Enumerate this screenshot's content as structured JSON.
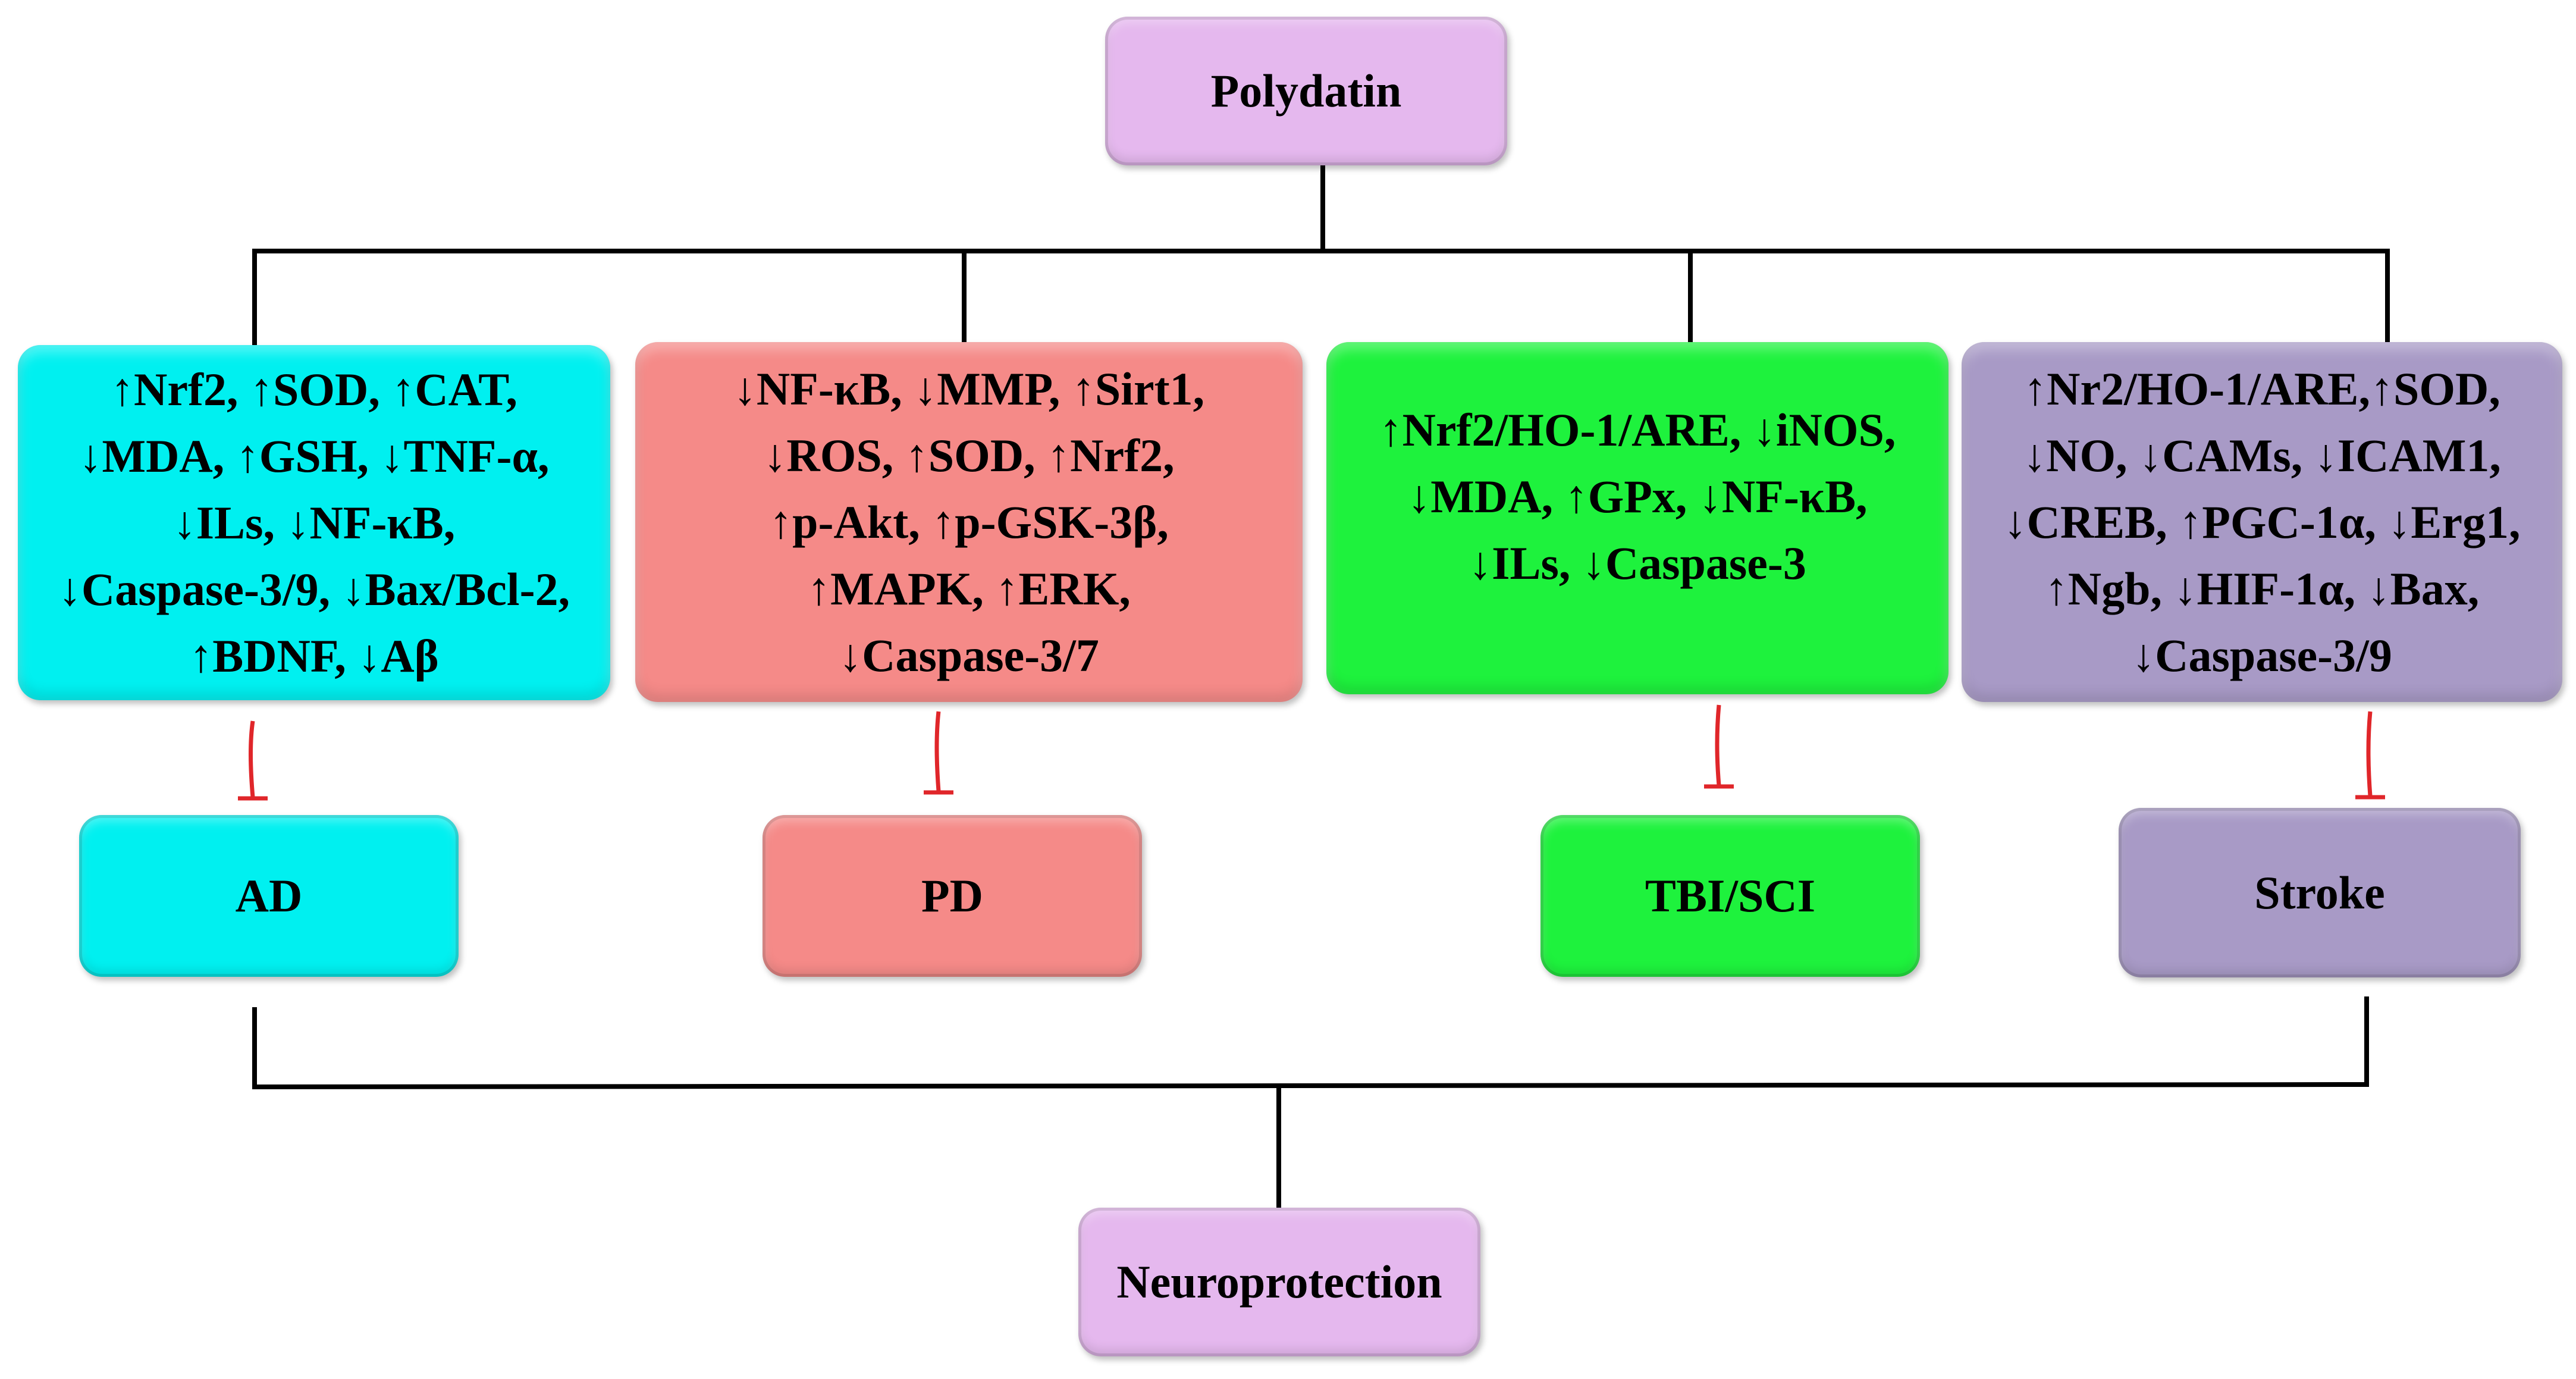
{
  "colors": {
    "top_node": "#e5b8ee",
    "ad": "#00f0f0",
    "pd": "#f58a88",
    "tbi": "#1ef23d",
    "stroke": "#a89ac6",
    "wire": "#000000",
    "inhibit": "#e0262a"
  },
  "root": {
    "label": "Polydatin"
  },
  "branches": [
    {
      "mechanisms": [
        "↑Nrf2, ↑SOD, ↑CAT,",
        "↓MDA, ↑GSH, ↓TNF-α,",
        "↓ILs, ↓NF-κB,",
        "↓Caspase-3/9, ↓Bax/Bcl-2,",
        "↑BDNF, ↓Aβ"
      ],
      "disease": "AD"
    },
    {
      "mechanisms": [
        "↓NF-κB, ↓MMP, ↑Sirt1,",
        "↓ROS, ↑SOD, ↑Nrf2,",
        "↑p-Akt, ↑p-GSK-3β,",
        "↑MAPK, ↑ERK,",
        "↓Caspase-3/7"
      ],
      "disease": "PD"
    },
    {
      "mechanisms": [
        "↑Nrf2/HO-1/ARE, ↓iNOS,",
        "↓MDA, ↑GPx, ↓NF-κB,",
        "↓ILs, ↓Caspase-3"
      ],
      "disease": "TBI/SCI"
    },
    {
      "mechanisms": [
        "↑Nr2/HO-1/ARE,↑SOD,",
        "↓NO, ↓CAMs, ↓ICAM1,",
        "↓CREB, ↑PGC-1α, ↓Erg1,",
        "↑Ngb, ↓HIF-1α, ↓Bax,",
        "↓Caspase-3/9"
      ],
      "disease": "Stroke"
    }
  ],
  "outcome": {
    "label": "Neuroprotection"
  }
}
